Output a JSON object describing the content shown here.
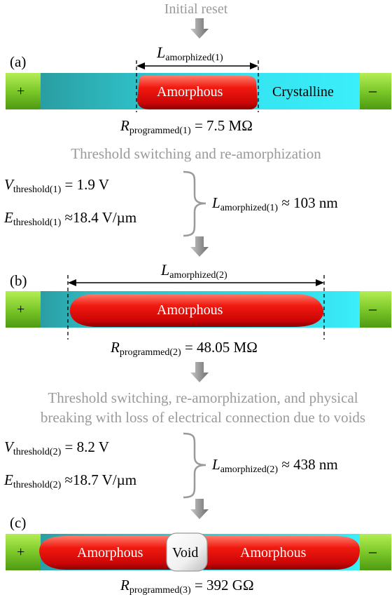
{
  "steps": {
    "initial": "Initial reset",
    "ts1": "Threshold switching and re-amorphization",
    "ts2_line1": "Threshold switching, re-amorphization, and physical",
    "ts2_line2": "breaking with loss of electrical connection due to voids"
  },
  "panels": {
    "a": {
      "label": "(a)",
      "plus": "+",
      "minus": "–",
      "amorphous": "Amorphous",
      "crystalline": "Crystalline",
      "length_sym": "L",
      "length_sub": "amorphized(1)",
      "r_sym": "R",
      "r_sub": "programmed(1)",
      "r_val": "= 7.5 MΩ"
    },
    "b": {
      "label": "(b)",
      "plus": "+",
      "minus": "–",
      "amorphous": "Amorphous",
      "length_sym": "L",
      "length_sub": "amorphized(2)",
      "r_sym": "R",
      "r_sub": "programmed(2)",
      "r_val": "= 48.05 MΩ"
    },
    "c": {
      "label": "(c)",
      "plus": "+",
      "minus": "–",
      "amorphous_left": "Amorphous",
      "void": "Void",
      "amorphous_right": "Amorphous",
      "r_sym": "R",
      "r_sub": "programmed(3)",
      "r_val": "= 392 GΩ"
    }
  },
  "params1": {
    "v_sym": "V",
    "v_sub": "threshold(1)",
    "v_val": "= 1.9 V",
    "e_sym": "E",
    "e_sub": "threshold(1)",
    "e_val": "≈18.4 V/µm",
    "l_sym": "L",
    "l_sub": "amorphized(1)",
    "l_val": "≈ 103 nm"
  },
  "params2": {
    "v_sym": "V",
    "v_sub": "threshold(2)",
    "v_val": "= 8.2 V",
    "e_sym": "E",
    "e_sub": "threshold(2)",
    "e_val": "≈18.7 V/µm",
    "l_sym": "L",
    "l_sub": "amorphized(2)",
    "l_val": "≈ 438 nm"
  },
  "colors": {
    "electrode": "#7cc82a",
    "teal_dark": "#2ea6a6",
    "cyan": "#33e6f2",
    "amorphous": "#e01010",
    "arrow": "#9a9a9a",
    "text_gray": "#9a9a9a"
  }
}
